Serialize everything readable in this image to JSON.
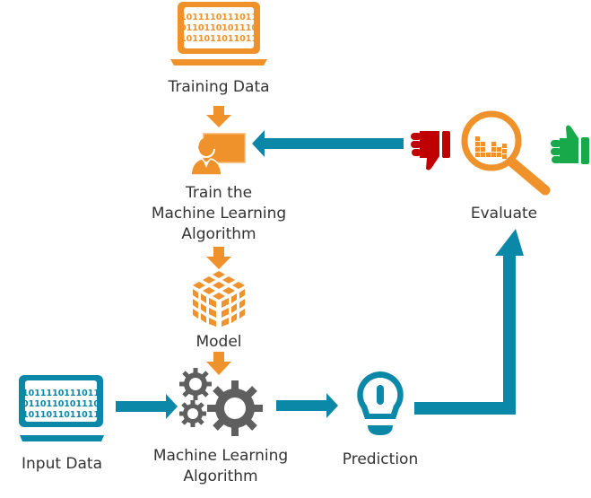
{
  "title": "Machine Learning Workflow",
  "colors": {
    "orange": "#F0922B",
    "teal": "#0B87A8",
    "gray": "#5F5F5F",
    "red": "#C00000",
    "green": "#18A94A",
    "text": "#333333"
  },
  "nodes": {
    "training_data": {
      "label": "Training Data",
      "binary": [
        "1011110111011",
        "0110110101110",
        "1011011011011"
      ],
      "icon": "laptop-icon"
    },
    "train": {
      "label_lines": [
        "Train the",
        "Machine Learning",
        "Algorithm"
      ],
      "icon": "teacher-board-icon"
    },
    "model": {
      "label": "Model",
      "icon": "cube-icon"
    },
    "input_data": {
      "label": "Input Data",
      "binary": [
        "1011110111011",
        "0110110101110",
        "1011011011011"
      ],
      "icon": "laptop-icon"
    },
    "ml_algorithm": {
      "label_lines": [
        "Machine Learning",
        "Algorithm"
      ],
      "icon": "gears-icon"
    },
    "prediction": {
      "label": "Prediction",
      "icon": "lightbulb-icon"
    },
    "evaluate": {
      "label": "Evaluate",
      "icon": "magnifier-chart-icon"
    }
  },
  "feedback": {
    "negative": "thumbs-down-icon",
    "positive": "thumbs-up-icon"
  }
}
